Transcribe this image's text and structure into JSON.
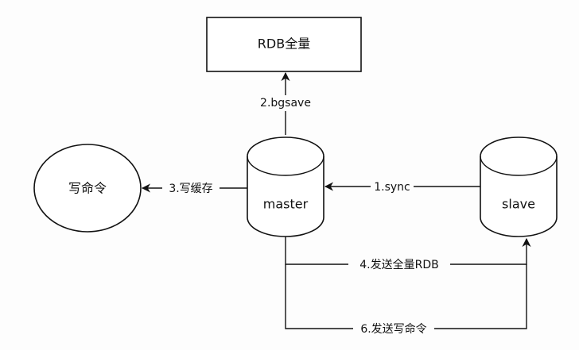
{
  "diagram": {
    "nodes": {
      "rdb": {
        "label": "RDB全量",
        "shape": "rectangle"
      },
      "write_cmd": {
        "label": "写命令",
        "shape": "ellipse"
      },
      "master": {
        "label": "master",
        "shape": "cylinder"
      },
      "slave": {
        "label": "slave",
        "shape": "cylinder"
      }
    },
    "edges": {
      "sync": {
        "label": "1.sync",
        "from": "slave",
        "to": "master"
      },
      "bgsave": {
        "label": "2.bgsave",
        "from": "master",
        "to": "rdb"
      },
      "write_buffer": {
        "label": "3.写缓存",
        "from": "master",
        "to": "write_cmd"
      },
      "send_rdb": {
        "label": "4.发送全量RDB",
        "from": "master",
        "to": "slave"
      },
      "send_write": {
        "label": "6.发送写命令",
        "from": "master",
        "to": "slave"
      }
    },
    "colors": {
      "stroke": "#111111",
      "fill": "#ffffff",
      "background": "#fdfdfd"
    }
  }
}
